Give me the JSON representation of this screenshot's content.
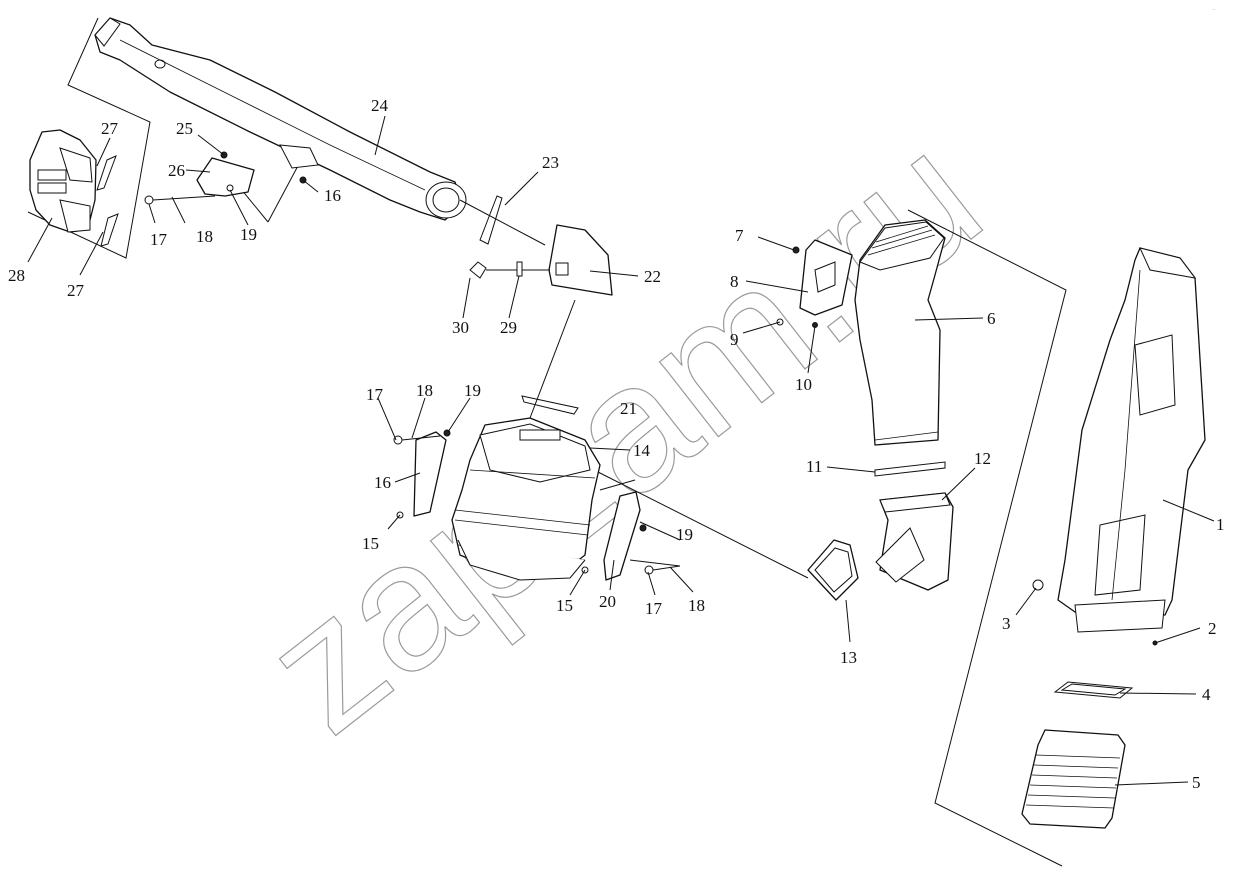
{
  "diagram": {
    "watermark": "zapzam.ru",
    "corner_mark": "..."
  },
  "callouts": {
    "c1": "1",
    "c2": "2",
    "c3": "3",
    "c4": "4",
    "c5": "5",
    "c6": "6",
    "c7": "7",
    "c8": "8",
    "c9": "9",
    "c10": "10",
    "c11": "11",
    "c12": "12",
    "c13": "13",
    "c14": "14",
    "c15a": "15",
    "c15b": "15",
    "c16a": "16",
    "c16b": "16",
    "c17a": "17",
    "c17b": "17",
    "c17c": "17",
    "c18a": "18",
    "c18b": "18",
    "c18c": "18",
    "c19a": "19",
    "c19b": "19",
    "c19c": "19",
    "c20": "20",
    "c21": "21",
    "c22": "22",
    "c23": "23",
    "c24": "24",
    "c25": "25",
    "c26": "26",
    "c27a": "27",
    "c27b": "27",
    "c28": "28",
    "c29": "29",
    "c30": "30"
  }
}
